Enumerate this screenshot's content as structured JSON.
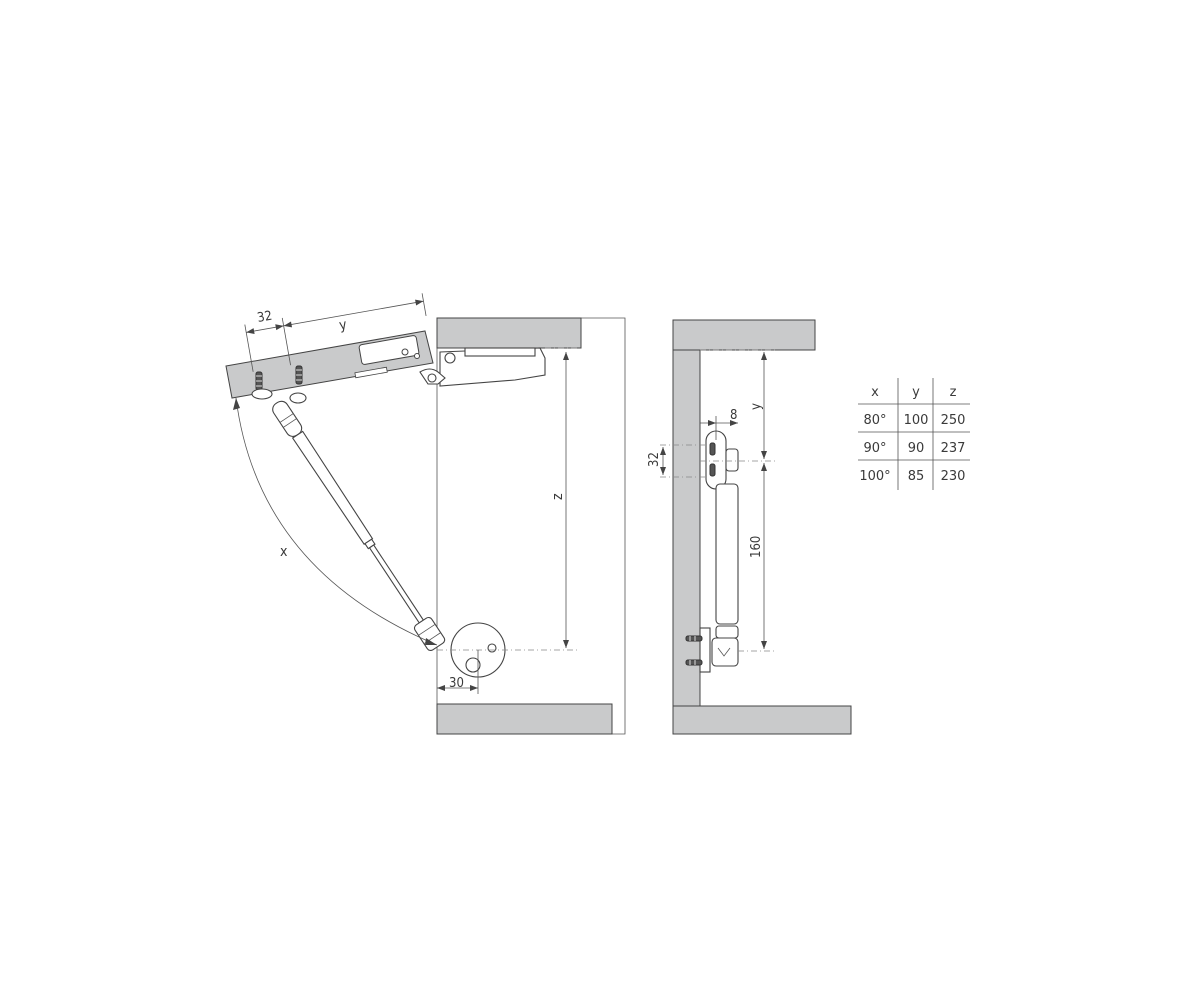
{
  "labels": {
    "dim_32_left": "32",
    "dim_y_left": "y",
    "dim_x": "x",
    "dim_z": "z",
    "dim_30": "30",
    "dim_8": "8",
    "dim_y_right": "y",
    "dim_32_right": "32",
    "dim_160": "160"
  },
  "table": {
    "headers": [
      "x",
      "y",
      "z"
    ],
    "rows": [
      [
        "80°",
        "100",
        "250"
      ],
      [
        "90°",
        "90",
        "237"
      ],
      [
        "100°",
        "85",
        "230"
      ]
    ]
  }
}
